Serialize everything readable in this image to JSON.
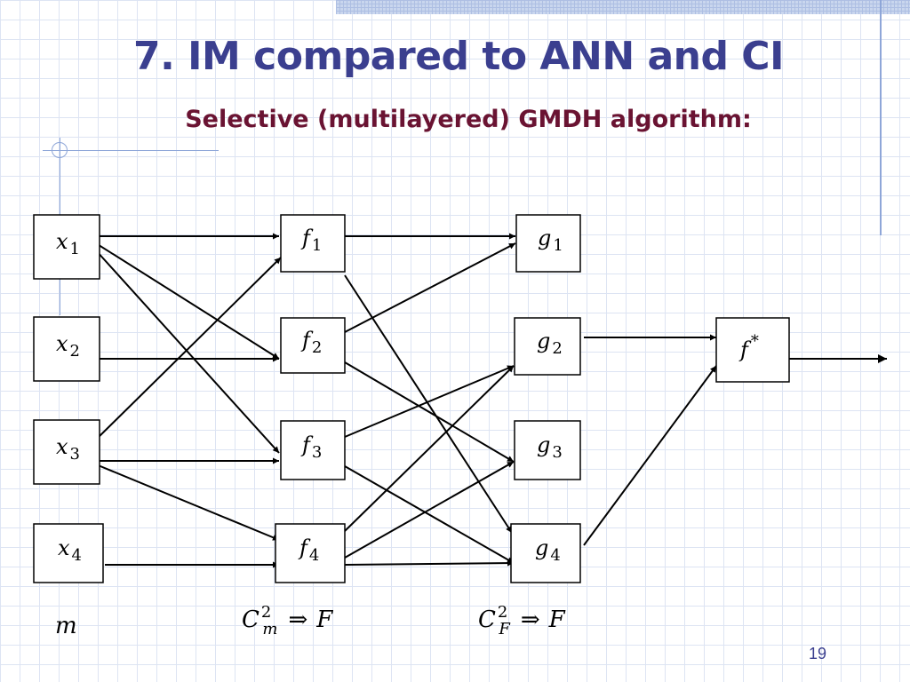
{
  "slide": {
    "title": "7. IM compared to ANN and CI",
    "subtitle": "Selective (multilayered) GMDH algorithm:",
    "page_number": "19"
  },
  "diagram": {
    "inputs": [
      {
        "var": "x",
        "sub": "1"
      },
      {
        "var": "x",
        "sub": "2"
      },
      {
        "var": "x",
        "sub": "3"
      },
      {
        "var": "x",
        "sub": "4"
      }
    ],
    "layer1": [
      {
        "var": "f",
        "sub": "1"
      },
      {
        "var": "f",
        "sub": "2"
      },
      {
        "var": "f",
        "sub": "3"
      },
      {
        "var": "f",
        "sub": "4"
      }
    ],
    "layer2": [
      {
        "var": "g",
        "sub": "1"
      },
      {
        "var": "g",
        "sub": "2"
      },
      {
        "var": "g",
        "sub": "3"
      },
      {
        "var": "g",
        "sub": "4"
      }
    ],
    "output": {
      "var": "f",
      "sup": "*"
    },
    "captions": {
      "inputs": "m",
      "layer1": {
        "base": "C",
        "sup": "2",
        "sub": "m",
        "arrow": "⇒",
        "result": "F"
      },
      "layer2": {
        "base": "C",
        "sup": "2",
        "sub": "F",
        "arrow": "⇒",
        "result": "F"
      }
    },
    "connections": [
      {
        "from": "x1",
        "to": "f1"
      },
      {
        "from": "x1",
        "to": "f2"
      },
      {
        "from": "x1",
        "to": "f3"
      },
      {
        "from": "x2",
        "to": "f2"
      },
      {
        "from": "x3",
        "to": "f1"
      },
      {
        "from": "x3",
        "to": "f3"
      },
      {
        "from": "x3",
        "to": "f4"
      },
      {
        "from": "x4",
        "to": "f4"
      },
      {
        "from": "f1",
        "to": "g1"
      },
      {
        "from": "f1",
        "to": "g4"
      },
      {
        "from": "f2",
        "to": "g1"
      },
      {
        "from": "f2",
        "to": "g3"
      },
      {
        "from": "f3",
        "to": "g2"
      },
      {
        "from": "f3",
        "to": "g4"
      },
      {
        "from": "f4",
        "to": "g2"
      },
      {
        "from": "f4",
        "to": "g3"
      },
      {
        "from": "f4",
        "to": "g4"
      },
      {
        "from": "g2",
        "to": "out"
      },
      {
        "from": "g4",
        "to": "out"
      },
      {
        "from": "out",
        "to": "result"
      }
    ]
  }
}
